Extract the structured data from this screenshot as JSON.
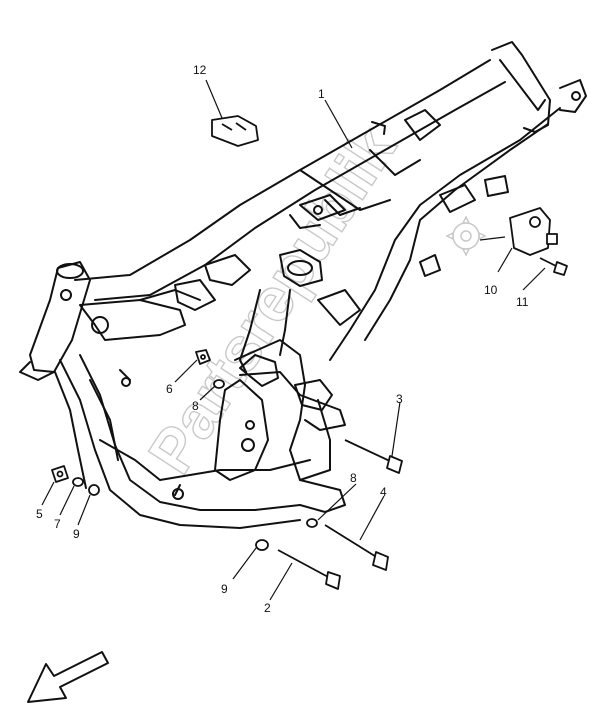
{
  "watermark": {
    "text": "Partsrepublik",
    "color": "#c9c9c9"
  },
  "callouts": [
    "1",
    "2",
    "3",
    "4",
    "5",
    "6",
    "7",
    "8",
    "8",
    "9",
    "9",
    "10",
    "11",
    "12"
  ],
  "colors": {
    "line": "#111111",
    "background": "#ffffff"
  },
  "icons": {
    "direction": "arrow-down-left-icon",
    "watermark_gear": "gear-icon"
  }
}
